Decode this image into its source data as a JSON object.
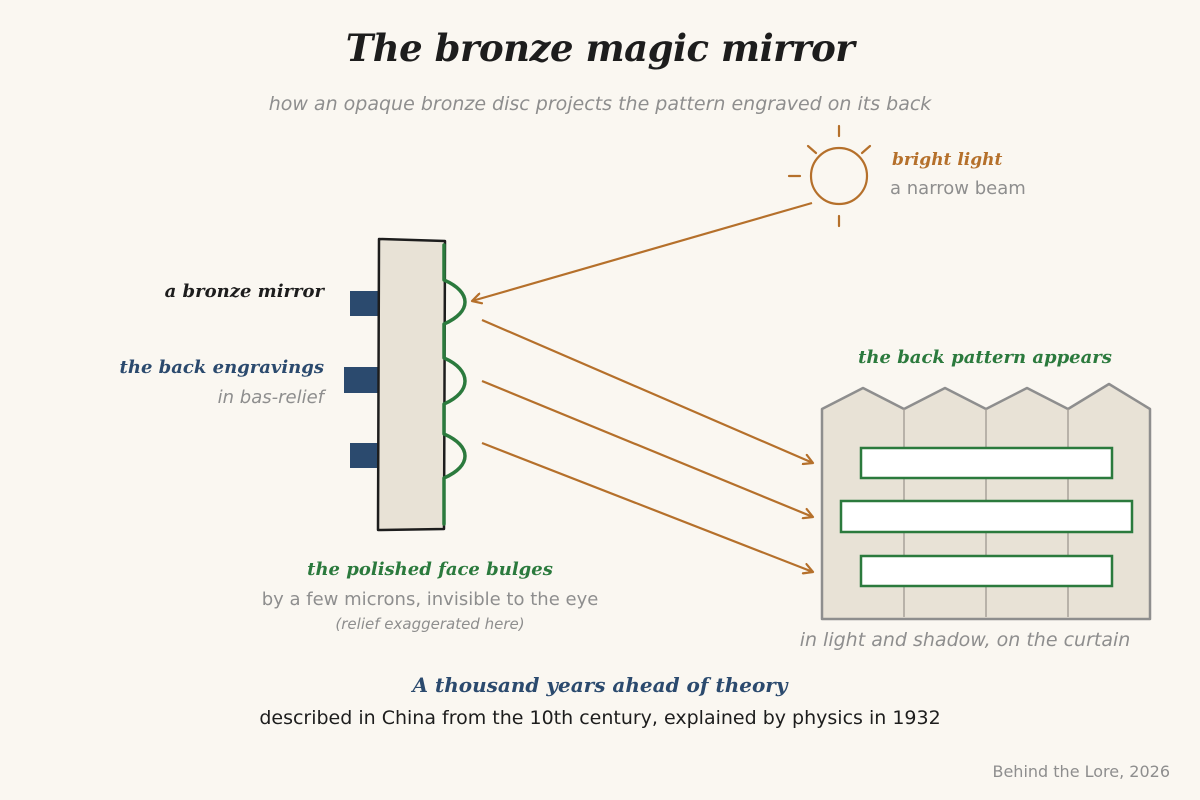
{
  "title": "The bronze magic mirror",
  "subtitle": "how an opaque bronze disc projects the pattern engraved on its back",
  "light": {
    "label": "bright light",
    "sublabel": "a narrow beam"
  },
  "mirror": {
    "label": "a bronze mirror"
  },
  "engravings": {
    "label": "the back engravings",
    "sublabel": "in bas-relief"
  },
  "bulge": {
    "label": "the polished face bulges",
    "sublabel": "by a few microns, invisible to the eye",
    "note": "(relief exaggerated here)"
  },
  "pattern": {
    "label": "the back pattern appears"
  },
  "curtain": {
    "caption": "in light and shadow, on the curtain"
  },
  "footer": {
    "title": "A thousand years ahead of theory",
    "text": "described in China from the 10th century, explained by physics in 1932"
  },
  "credit": "Behind the Lore, 2026",
  "colors": {
    "background": "#faf7f1",
    "ink": "#1d1d1d",
    "light": "#b5702b",
    "engraving": "#2b4a6e",
    "polished_face": "#2b7a3d",
    "muted": "#8e8e8e",
    "mirror_fill": "#e8e2d6",
    "curtain_fill": "#e8e2d6"
  },
  "icons": {
    "light_source": "sun-icon"
  }
}
